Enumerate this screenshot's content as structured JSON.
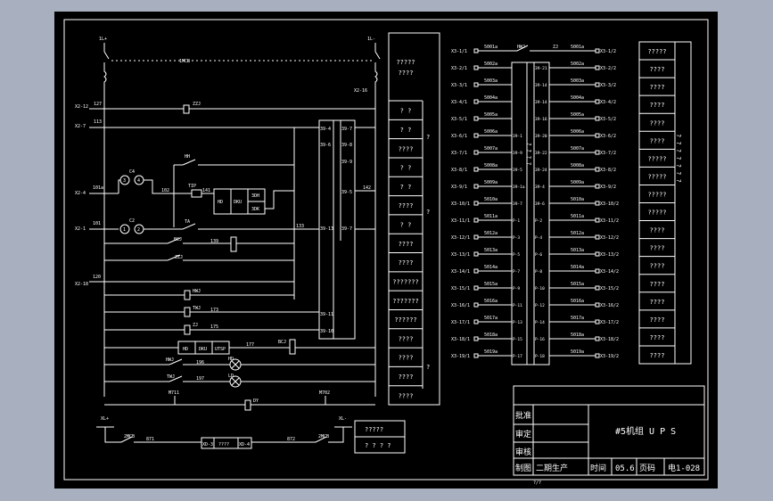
{
  "colors": {
    "background": "#a8b0bf",
    "paper": "#000000",
    "line": "#ffffff"
  },
  "left_circuit": {
    "bus_left": "1L+",
    "bus_right": "1L-",
    "fuse_label": "1MCB",
    "x2_16": "X2-16",
    "labels": {
      "w127": "127",
      "x2_12": "X2-12",
      "x2_7": "X2-7",
      "w113": "113",
      "x2_4": "X2-4",
      "w101a": "101a",
      "w102": "102",
      "x2_1": "X2-1",
      "w101": "101",
      "x2_18": "X2-18",
      "w120": "120",
      "zzj": "ZZJ",
      "hh": "HH",
      "ct4_3": "3",
      "ct4_4": "4",
      "ct4": "C4",
      "tip": "TIP",
      "w141": "141",
      "ct2_1": "1",
      "ct2_2": "2",
      "c2": "C2",
      "ta": "TA",
      "bcj": "BCJ",
      "zzj2": "ZZJ",
      "w139": "139",
      "w142": "142",
      "w133": "133",
      "hwj": "HWJ",
      "twj": "TWJ",
      "zj": "ZJ",
      "w173": "173",
      "w175": "175",
      "w177": "177",
      "bcj2": "BCJ",
      "w196": "196",
      "w197": "197",
      "hd": "HD",
      "ld": "LD",
      "m711": "M711",
      "m702": "M702",
      "dy": "DY",
      "lb1": "HD",
      "lb2": "DKU",
      "lb3": "3DH",
      "lb4": "3DK",
      "cb1": "HD",
      "cb2": "DKU",
      "cb3": "UTSP"
    },
    "module_left": [
      "39-4",
      "39-6",
      "39-13",
      "39-11",
      "39-10"
    ],
    "module_right": [
      "39-7",
      "39-8",
      "39-9",
      "39-5"
    ],
    "bottom": {
      "xp": "XL+",
      "xm": "XL-",
      "mcb_l": "2MCB",
      "mcb_r": "2MCB",
      "r871": "871",
      "r872": "872",
      "box_l": "XD-3",
      "box_mid": "????",
      "box_r": "XD-4",
      "note1": "?????",
      "note2": "? ? ? ?"
    }
  },
  "left_table": {
    "cells": [
      "?????\n????",
      "? ?",
      "? ?",
      "????",
      "? ?",
      "? ?",
      "????",
      "? ?",
      "????",
      "????",
      "???????",
      "???????",
      "??????",
      "????",
      "????",
      "????",
      "????"
    ],
    "side": [
      "?",
      "?",
      "?"
    ]
  },
  "right_circuit": {
    "top_right": "HWJ",
    "top_zj": "ZJ",
    "top_label": "5001a",
    "rows": [
      {
        "l": "X3-1/1",
        "a": "5001a",
        "b": "",
        "lp": "",
        "rp": "",
        "r": "5001a",
        "x": "X3-1/2"
      },
      {
        "l": "X3-2/1",
        "a": "5002a",
        "b": "",
        "lp": "",
        "rp": "39-21",
        "r": "5002a",
        "x": "X3-2/2"
      },
      {
        "l": "X3-3/1",
        "a": "5003a",
        "b": "",
        "lp": "",
        "rp": "39-14",
        "r": "5003a",
        "x": "X3-3/2"
      },
      {
        "l": "X3-4/1",
        "a": "5004a",
        "b": "",
        "lp": "",
        "rp": "39-14",
        "r": "5004a",
        "x": "X3-4/2"
      },
      {
        "l": "X3-5/1",
        "a": "5005a",
        "b": "",
        "lp": "",
        "rp": "39-16",
        "r": "5005a",
        "x": "X3-5/2"
      },
      {
        "l": "X3-6/1",
        "a": "5006a",
        "b": "",
        "lp": "39-1",
        "rp": "39-20",
        "r": "5006a",
        "x": "X3-6/2"
      },
      {
        "l": "X3-7/1",
        "a": "5007a",
        "b": "",
        "lp": "39-9",
        "rp": "39-22",
        "r": "5007a",
        "x": "X3-7/2"
      },
      {
        "l": "X3-8/1",
        "a": "5008a",
        "b": "",
        "lp": "39-5",
        "rp": "39-24",
        "r": "5008a",
        "x": "X3-8/2"
      },
      {
        "l": "X3-9/1",
        "a": "5009a",
        "b": "",
        "lp": "39-1a",
        "rp": "39-4",
        "r": "5009a",
        "x": "X3-9/2"
      },
      {
        "l": "X3-10/1",
        "a": "5010a",
        "b": "",
        "lp": "39-7",
        "rp": "39-6",
        "r": "5010a",
        "x": "X3-10/2"
      },
      {
        "l": "X3-11/1",
        "a": "5011a",
        "b": "",
        "lp": "P-1",
        "rp": "P-2",
        "r": "5011a",
        "x": "X3-11/2"
      },
      {
        "l": "X3-12/1",
        "a": "5012a",
        "b": "",
        "lp": "P-3",
        "rp": "P-4",
        "r": "5012a",
        "x": "X3-12/2"
      },
      {
        "l": "X3-13/1",
        "a": "5013a",
        "b": "",
        "lp": "P-5",
        "rp": "P-6",
        "r": "5013a",
        "x": "X3-13/2"
      },
      {
        "l": "X3-14/1",
        "a": "5014a",
        "b": "",
        "lp": "P-7",
        "rp": "P-8",
        "r": "5014a",
        "x": "X3-14/2"
      },
      {
        "l": "X3-15/1",
        "a": "5015a",
        "b": "",
        "lp": "P-9",
        "rp": "P-10",
        "r": "5015a",
        "x": "X3-15/2"
      },
      {
        "l": "X3-16/1",
        "a": "5016a",
        "b": "",
        "lp": "P-11",
        "rp": "P-12",
        "r": "5016a",
        "x": "X3-16/2"
      },
      {
        "l": "X3-17/1",
        "a": "5017a",
        "b": "",
        "lp": "P-13",
        "rp": "P-14",
        "r": "5017a",
        "x": "X3-17/2"
      },
      {
        "l": "X3-18/1",
        "a": "5018a",
        "b": "",
        "lp": "P-15",
        "rp": "P-16",
        "r": "5018a",
        "x": "X3-18/2"
      },
      {
        "l": "X3-19/1",
        "a": "5019a",
        "b": "",
        "lp": "P-17",
        "rp": "P-18",
        "r": "5019a",
        "x": "X3-19/2"
      }
    ],
    "module_mid": "? ? ? ?"
  },
  "right_table": {
    "cells": [
      "?????",
      "????",
      "????",
      "????",
      "????",
      "????",
      "?????",
      "?????",
      "?????",
      "?????",
      "????",
      "????",
      "????",
      "????",
      "????",
      "????",
      "????",
      "????"
    ],
    "side": "? ? ? ? ? ? ?"
  },
  "title_block": {
    "pizhun": "批准",
    "shending": "审定",
    "shenhe": "审核",
    "zhitu": "制图",
    "phase": "二期生产",
    "shijian": "时间",
    "date": "05.6",
    "yema": "页码",
    "drawing_no": "电1-028",
    "title": "#5机组 U P S",
    "bottom_mark": "?/?"
  }
}
